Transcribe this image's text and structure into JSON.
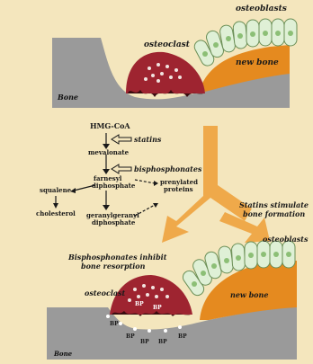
{
  "top_panel": {
    "osteoblasts": "osteoblasts",
    "osteoclast": "osteoclast",
    "new_bone": "new bone",
    "bone": "Bone"
  },
  "pathway": {
    "hmg_coa": "HMG-CoA",
    "statins": "statins",
    "mevalonate": "mevalonate",
    "bisphosphonates": "bisphosphonates",
    "farnesyl_line1": "farnesyl",
    "farnesyl_line2": "diphosphate",
    "squalene": "squalene",
    "cholesterol": "cholesterol",
    "prenylated_line1": "prenylated",
    "prenylated_line2": "proteins",
    "geranyl_line1": "geranylgeranyl",
    "geranyl_line2": "diphosphate"
  },
  "middle": {
    "statins_line1": "Statins stimulate",
    "statins_line2": "bone formation",
    "bisph_line1": "Bisphosphonates inhibit",
    "bisph_line2": "bone resorption"
  },
  "bottom_panel": {
    "osteoblasts": "osteoblasts",
    "osteoclast": "osteoclast",
    "new_bone": "new bone",
    "bone": "Bone",
    "bp_label": "BP"
  },
  "colors": {
    "background": "#f4e6bd",
    "bone_gray": "#9a9a9a",
    "new_bone_orange": "#e58a1f",
    "osteoblast_green": "#dff0d6",
    "osteoclast_red": "#9e2430",
    "arrow_orange": "#efa94a"
  }
}
